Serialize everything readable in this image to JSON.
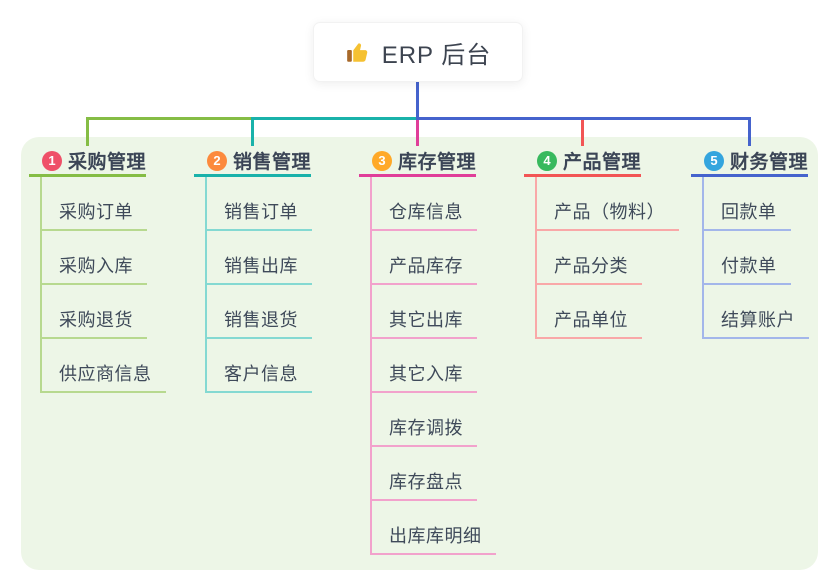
{
  "root": {
    "label": "ERP 后台",
    "icon": "thumbs-up-icon"
  },
  "colors": {
    "panel_bg": "#edf6e7",
    "connector_blue": "#4563cd",
    "root_text": "#3d4450",
    "thumb_yellow": "#f5c132",
    "thumb_cuff": "#a8692a"
  },
  "branches": [
    {
      "num": "1",
      "label": "采购管理",
      "badge_color": "#ef5068",
      "line_color": "#85bd45",
      "child_line_color": "#b7d98f",
      "children": [
        "采购订单",
        "采购入库",
        "采购退货",
        "供应商信息"
      ]
    },
    {
      "num": "2",
      "label": "销售管理",
      "badge_color": "#fc8a3d",
      "line_color": "#19b2aa",
      "child_line_color": "#84d9d2",
      "children": [
        "销售订单",
        "销售出库",
        "销售退货",
        "客户信息"
      ]
    },
    {
      "num": "3",
      "label": "库存管理",
      "badge_color": "#ffa928",
      "line_color": "#e03e99",
      "child_line_color": "#f2a2cc",
      "children": [
        "仓库信息",
        "产品库存",
        "其它出库",
        "其它入库",
        "库存调拨",
        "库存盘点",
        "出库库明细"
      ]
    },
    {
      "num": "4",
      "label": "产品管理",
      "badge_color": "#38b95e",
      "line_color": "#f25555",
      "child_line_color": "#f9a8a8",
      "children": [
        "产品（物料）",
        "产品分类",
        "产品单位"
      ]
    },
    {
      "num": "5",
      "label": "财务管理",
      "badge_color": "#34a5de",
      "line_color": "#4563cd",
      "child_line_color": "#a3b6ea",
      "children": [
        "回款单",
        "付款单",
        "结算账户"
      ]
    }
  ]
}
